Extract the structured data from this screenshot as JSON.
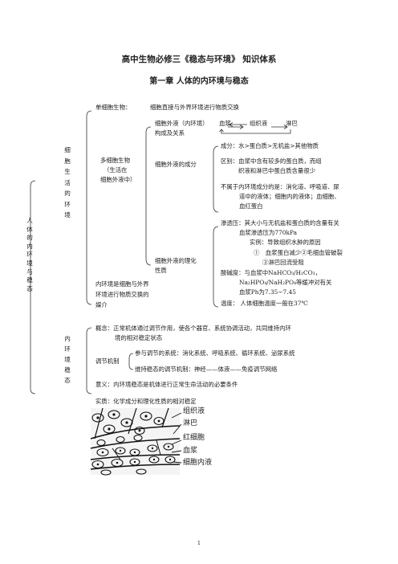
{
  "title": "高中生物必修三《稳态与环境》 知识体系",
  "chapter": "第一章  人体的内环境与稳态",
  "root": "人体的内环境与稳态",
  "env_label": "细胞生活的环境",
  "homeo_label": "内环境稳态",
  "env": {
    "single": "单细胞生物：",
    "single_desc": "细胞直接与外界环境进行物质交换",
    "multi": [
      "多细胞生物",
      "（生活在",
      "细胞外液中）"
    ],
    "ecf": [
      "细胞外液（内环境）",
      "构成及关系"
    ],
    "ecf_items": {
      "plasma": "血浆",
      "tissue": "组织液",
      "lymph": "淋巴"
    },
    "composition_label": "细胞外液的成分",
    "composition": [
      "成分：水>蛋白质>无机盐>其他物质",
      "区别：血浆中含有较多的蛋白质，而组",
      "织液和淋巴中蛋白质含量很少",
      "不属于内环境成分的是：消化道、呼吸道、尿",
      "道中的液体；细胞内的液体；血细胞、",
      "血红蛋白"
    ],
    "physchem_label": [
      "细胞外液的理化",
      "性质"
    ],
    "physchem": [
      "渗透压：其大小与无机盐和蛋白质的含量有关",
      "血浆渗透压为770kPa",
      "实例：导致组织水肿的原因",
      "①　血浆蛋白减少②毛细血管破裂",
      "③淋巴回流受阻",
      "酸碱度：与血浆中NaHCO₃/H₂CO₃，",
      "Na₂HPO₄/NaH₂PO₄等缓冲对有关",
      "血浆Ph为7.35~7.45",
      "温度：    人体细胞温度一般在37℃"
    ],
    "medium": [
      "内环境是细胞与外界",
      "环境进行物质交换的",
      "媒介"
    ]
  },
  "homeo": {
    "concept": [
      "概念：正常机体通过调节作用，使各个器官、系统协调活动，共同维持内环",
      "境的相对稳定状态"
    ],
    "mechanism_label": "调节机制",
    "mechanism": [
      "参与调节的系统：消化系统、呼吸系统、循环系统、泌尿系统",
      "维持稳态的调节机制：神经——体液——免疫调节网络"
    ],
    "meaning": "意义：内环境稳态是机体进行正常生命活动的必要条件",
    "essence": "实质：化学成分和理化性质的相对稳定"
  },
  "figure_labels": [
    "组织液",
    "淋巴",
    "红细胞",
    "血浆",
    "细胞内液"
  ],
  "page_number": "1"
}
